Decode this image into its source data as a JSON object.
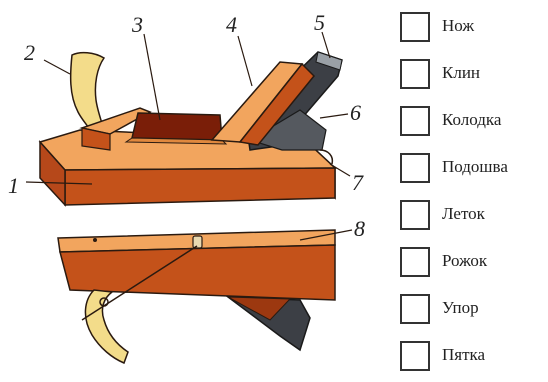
{
  "diagram": {
    "callouts": [
      "1",
      "2",
      "3",
      "4",
      "5",
      "6",
      "7",
      "8"
    ]
  },
  "answer_list": {
    "items": [
      {
        "label": "Нож"
      },
      {
        "label": "Клин"
      },
      {
        "label": "Колодка"
      },
      {
        "label": "Подошва"
      },
      {
        "label": "Леток"
      },
      {
        "label": "Рожок"
      },
      {
        "label": "Упор"
      },
      {
        "label": "Пятка"
      }
    ]
  },
  "colors": {
    "wood_top": "#f2a55e",
    "wood_front": "#c4521a",
    "wood_dark": "#9c3810",
    "handle": "#f3dc8a",
    "blade": "#3c3f45",
    "blade_light": "#9aa0a6",
    "outline": "#2a1a10"
  }
}
